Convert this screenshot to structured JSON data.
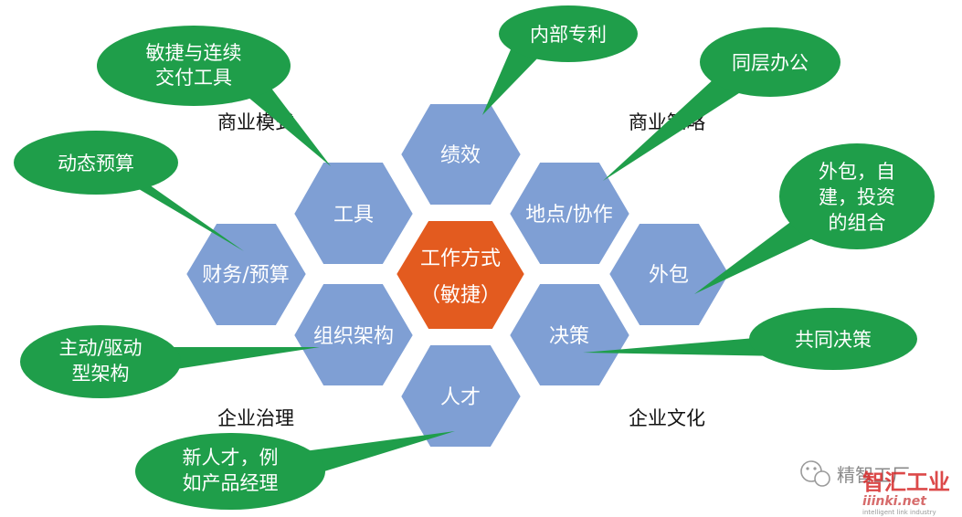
{
  "diagram": {
    "center": {
      "line1": "工作方式",
      "line2": "（敏捷）"
    },
    "hexes": {
      "performance": "绩效",
      "tools": "工具",
      "location": "地点/协作",
      "finance": "财务/预算",
      "outsourcing": "外包",
      "org": "组织架构",
      "decision": "决策",
      "talent": "人才"
    },
    "bubbles": {
      "patent": [
        "内部专利"
      ],
      "tools_delivery": [
        "敏捷与连续",
        "交付工具"
      ],
      "colocation": [
        "同层办公"
      ],
      "dynamic_budget": [
        "动态预算"
      ],
      "outsource_mix": [
        "外包，自",
        "建，投资",
        "的组合"
      ],
      "active_org": [
        "主动/驱动",
        "型架构"
      ],
      "joint_decision": [
        "共同决策"
      ],
      "new_talent": [
        "新人才，例",
        "如产品经理"
      ]
    },
    "corners": {
      "business_model": "商业模式",
      "business_strategy": "商业策略",
      "corporate_governance": "企业治理",
      "corporate_culture": "企业文化"
    },
    "colors": {
      "hex_fill": "#7f9fd4",
      "hex_center": "#e35b1f",
      "bubble": "#1f9e4a"
    }
  },
  "watermark": {
    "name": "精智工厂",
    "logo_main": "智汇工业",
    "logo_sub": "iiinki.net",
    "tagline": "intelligent link industry"
  }
}
